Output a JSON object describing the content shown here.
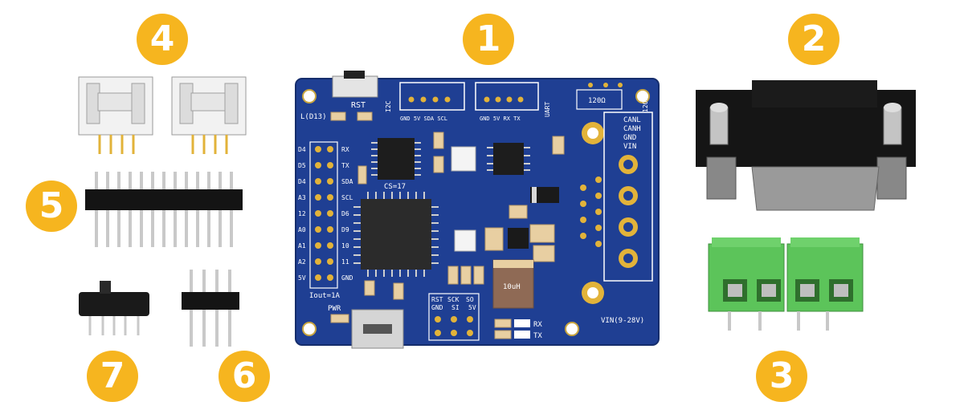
{
  "badges": {
    "b1": "1",
    "b2": "2",
    "b3": "3",
    "b4": "4",
    "b5": "5",
    "b6": "6",
    "b7": "7"
  },
  "colors": {
    "badge": "#F6B51F",
    "pcb": "#1F3F93",
    "silkscreen": "#FFFFFF",
    "pad_gold": "#E2B33A",
    "terminal_green": "#5CC45A"
  },
  "board": {
    "rst": "RST",
    "led": "L(D13)",
    "i2c_tag": "I2C",
    "uart_tag": "UART",
    "i2c_pins": "GND 5V SDA SCL",
    "uart_pins": "GND 5V RX TX",
    "resistor_120": "120Ω",
    "resistor_120_side": "120Ω",
    "can_pins": [
      "CANL",
      "CANH",
      "GND",
      "VIN"
    ],
    "left_pins": [
      "D4",
      "D5",
      "D4",
      "A3",
      "12",
      "A0",
      "A1",
      "A2",
      "5V"
    ],
    "right_pins": [
      "RX",
      "TX",
      "SDA",
      "SCL",
      "D6",
      "D9",
      "10",
      "11",
      "GND"
    ],
    "cs": "CS=17",
    "inductor": "10uH",
    "iout": "Iout=1A",
    "pwr": "PWR",
    "spi_top": [
      "RST",
      "SCK",
      "SO"
    ],
    "spi_bottom": [
      "GND",
      "SI",
      "5V"
    ],
    "rx": "RX",
    "tx": "TX",
    "vin": "VIN(9-28V)"
  }
}
